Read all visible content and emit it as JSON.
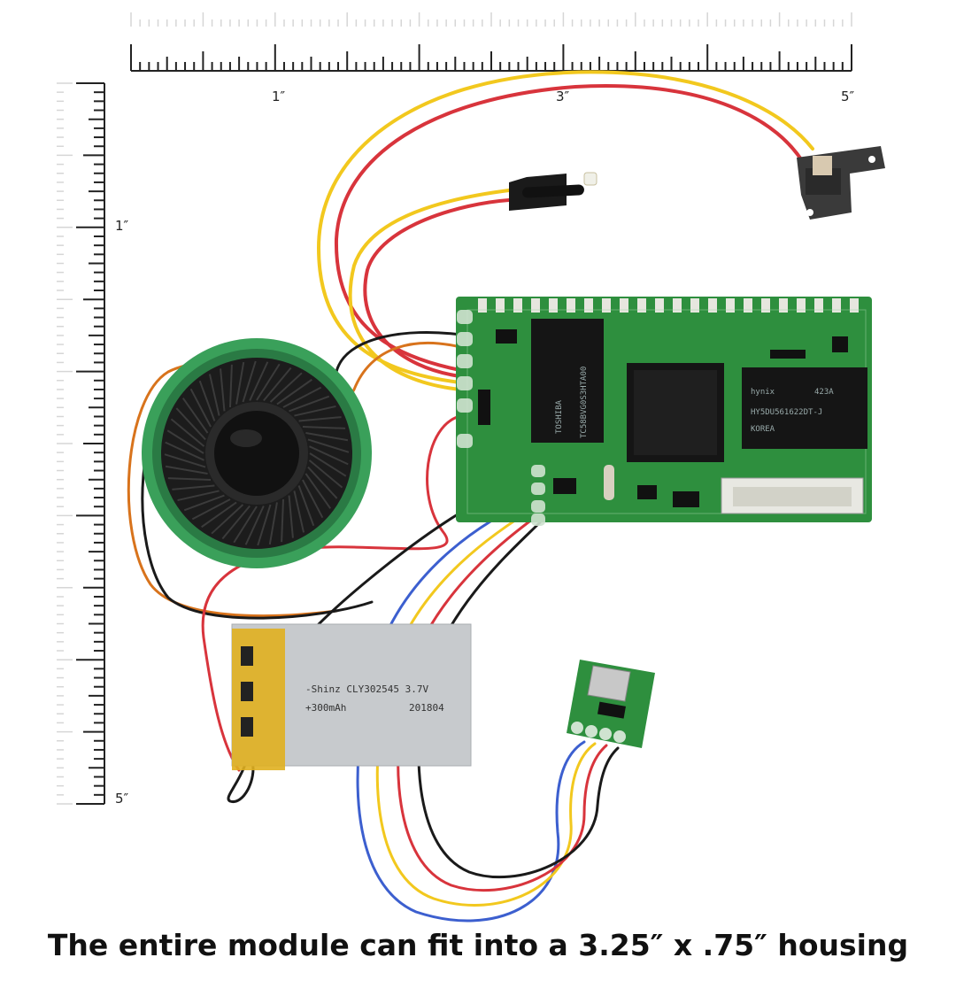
{
  "ruler": {
    "top_labels": [
      "1″",
      "3″",
      "5″"
    ],
    "left_labels": [
      "1″",
      "5″"
    ]
  },
  "chip_labels": {
    "toshiba": "TOSHIBA",
    "hynix": "hynix",
    "hynix_sub": "423A",
    "korea": "KOREA"
  },
  "battery": {
    "line1": "-Shinz CLY302545 3.7V",
    "line2": "+300mAh",
    "date": "201804"
  },
  "caption": "The entire module can fit into a 3.25″ x .75″ housing",
  "colors": {
    "pcb": "#2e8f3e",
    "speaker_ring": "#3aa05a",
    "wire_red": "#d8343c",
    "wire_yellow": "#f2c81e",
    "wire_black": "#1a1a1a",
    "wire_blue": "#3c5fcf",
    "wire_orange": "#d8731c"
  }
}
